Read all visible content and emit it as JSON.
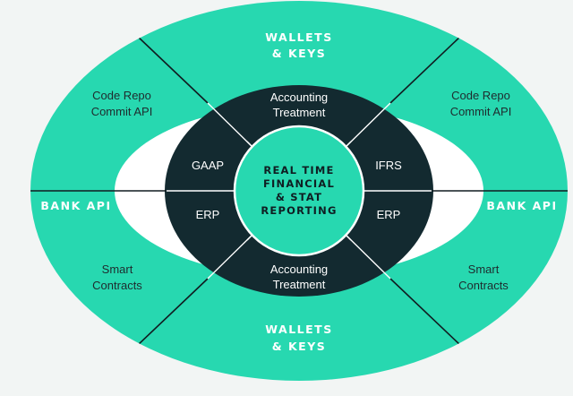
{
  "colors": {
    "teal": "#27d8b0",
    "dark": "#132a30",
    "white": "#ffffff",
    "divider": "#101c20"
  },
  "outer": {
    "top": [
      "WALLETS",
      "& KEYS"
    ],
    "bottom": [
      "WALLETS",
      "& KEYS"
    ],
    "left": "BANK API",
    "right": "BANK API",
    "upper_left": [
      "Code Repo",
      "Commit API"
    ],
    "upper_right": [
      "Code Repo",
      "Commit API"
    ],
    "lower_left": [
      "Smart",
      "Contracts"
    ],
    "lower_right": [
      "Smart",
      "Contracts"
    ]
  },
  "inner": {
    "top": [
      "Accounting",
      "Treatment"
    ],
    "bottom": [
      "Accounting",
      "Treatment"
    ],
    "upper_left": "GAAP",
    "upper_right": "IFRS",
    "lower_left": "ERP",
    "lower_right": "ERP"
  },
  "center": [
    "REAL TIME",
    "FINANCIAL",
    "& STAT",
    "REPORTING"
  ]
}
